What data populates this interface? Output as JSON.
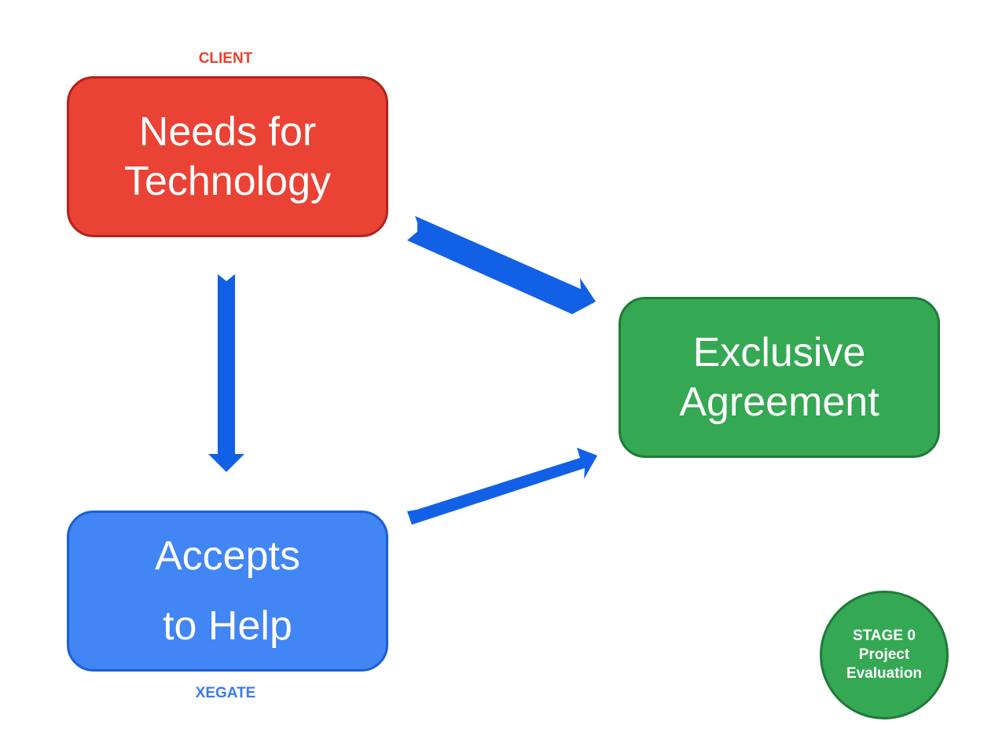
{
  "nodes": {
    "client": {
      "tag": "CLIENT",
      "line1": "Needs for",
      "line2": "Technology",
      "fill": "#ea4335"
    },
    "xegate": {
      "tag": "XEGATE",
      "line1": "Accepts",
      "line2": "to Help",
      "fill": "#4285f4"
    },
    "agreement": {
      "line1": "Exclusive",
      "line2": "Agreement",
      "fill": "#34a853"
    }
  },
  "stage": {
    "line1": "STAGE 0",
    "line2": "Project",
    "line3": "Evaluation",
    "fill": "#34a853"
  },
  "edges": [
    {
      "from": "client",
      "to": "xegate"
    },
    {
      "from": "client",
      "to": "agreement"
    },
    {
      "from": "xegate",
      "to": "agreement"
    }
  ],
  "colors": {
    "arrow": "#1160e6"
  }
}
